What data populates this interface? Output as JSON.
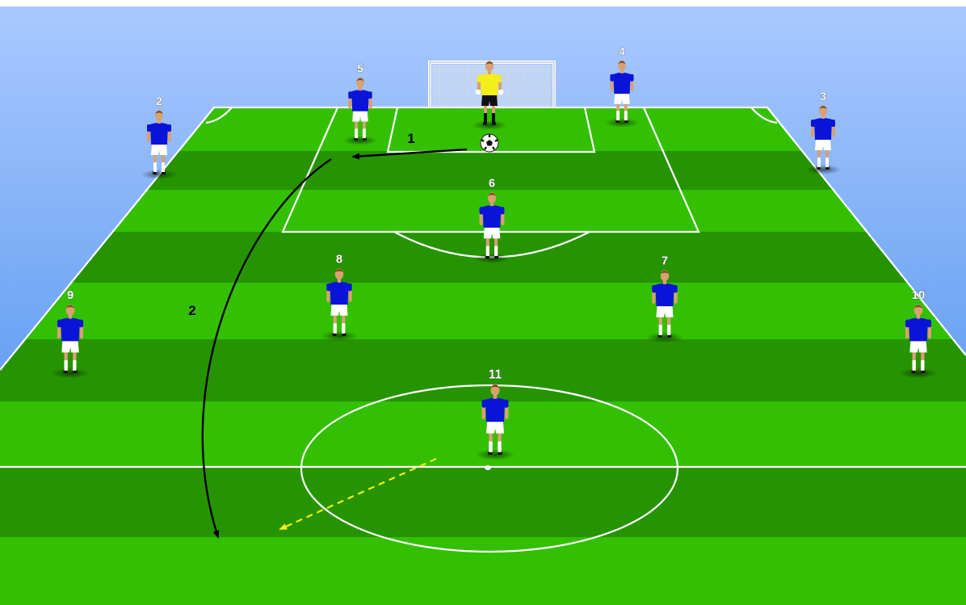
{
  "colors": {
    "sky_top": "#a9c9ff",
    "sky_bottom": "#3f88ea",
    "grass_light": "#33c000",
    "grass_dark": "#269400",
    "line": "#ffffff",
    "jersey": "#0a14d8",
    "shorts": "#ffffff",
    "skin": "#d9a071",
    "goalkeeper_jersey": "#f2ef1a",
    "goalkeeper_shorts": "#111111",
    "pass_arrow": "#000000",
    "run_arrow": "#f5ef10"
  },
  "players": [
    {
      "number": "2",
      "role": "outfield"
    },
    {
      "number": "5",
      "role": "outfield"
    },
    {
      "number": "4",
      "role": "outfield"
    },
    {
      "number": "3",
      "role": "outfield"
    },
    {
      "number": "6",
      "role": "outfield"
    },
    {
      "number": "8",
      "role": "outfield"
    },
    {
      "number": "7",
      "role": "outfield"
    },
    {
      "number": "9",
      "role": "outfield"
    },
    {
      "number": "10",
      "role": "outfield"
    },
    {
      "number": "11",
      "role": "outfield"
    },
    {
      "number": "",
      "role": "goalkeeper"
    }
  ],
  "arrows": [
    {
      "label": "1",
      "style": "pass",
      "icon": "arrow-icon"
    },
    {
      "label": "2",
      "style": "long-pass",
      "icon": "arrow-icon"
    },
    {
      "label": "",
      "style": "run",
      "icon": "dashed-arrow-icon"
    }
  ],
  "objects": {
    "ball": "soccer-ball-icon",
    "goal": "goal-net-icon"
  }
}
